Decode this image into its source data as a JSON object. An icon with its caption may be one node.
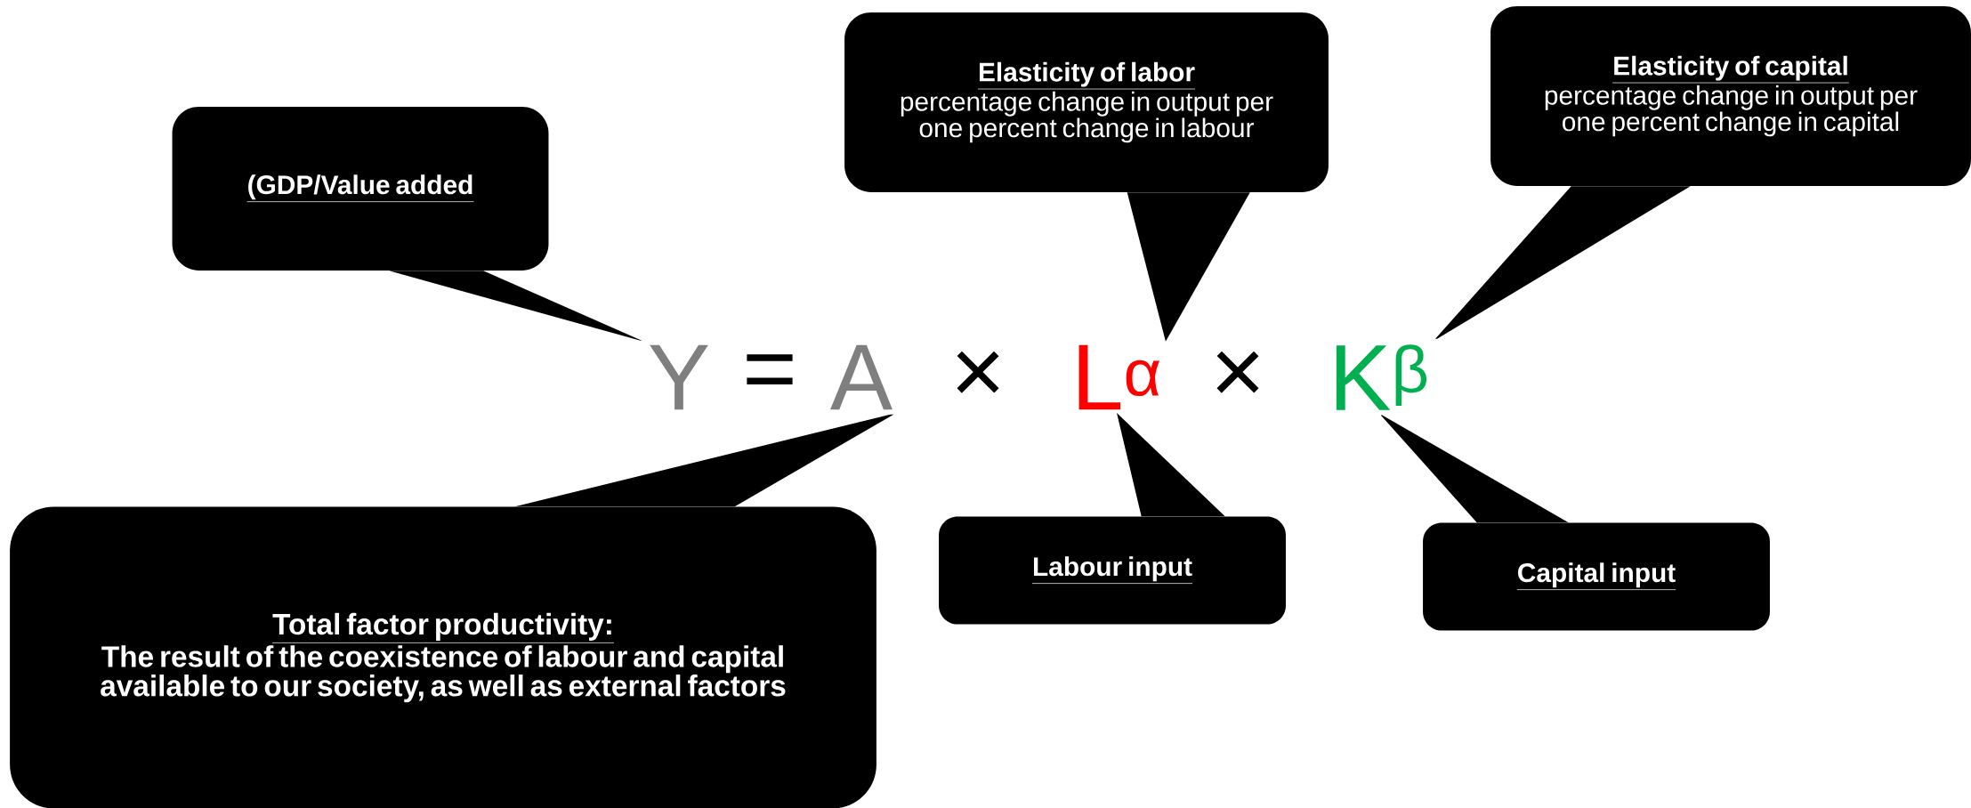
{
  "diagram": {
    "nodes": [
      {
        "text": [
          "(GDP/Value added"
        ]
      },
      {
        "text": [
          "Elasticity of labor",
          "percentage change in output per one percent change in labour"
        ]
      },
      {
        "text": [
          "Elasticity of capital",
          "percentage change in output per one percent change in capital"
        ]
      },
      {
        "text": [
          "Total factor productivity:",
          "The result of the coexistence of labour and capital available to our society, as well as external factors"
        ]
      },
      {
        "text": [
          "Labour input"
        ]
      },
      {
        "text": [
          "Capital input"
        ]
      },
      {
        "text": [
          "Y"
        ]
      },
      {
        "text": [
          "A"
        ]
      },
      {
        "text": [
          "L$^{α}$"
        ]
      },
      {
        "text": [
          "K$^{β}$"
        ]
      }
    ],
    "edges": [
      {
        "from": 0,
        "to": 6,
        "arrow": "none"
      },
      {
        "from": 3,
        "to": 7,
        "arrow": "none"
      },
      {
        "from": 1,
        "to": 8,
        "arrow": "to"
      },
      {
        "from": 4,
        "to": 8,
        "arrow": "to"
      },
      {
        "from": 2,
        "to": 9,
        "arrow": "none"
      },
      {
        "from": 5,
        "to": 9,
        "arrow": "none"
      }
    ],
    "labels": [
      "=",
      "×",
      "×"
    ]
  }
}
